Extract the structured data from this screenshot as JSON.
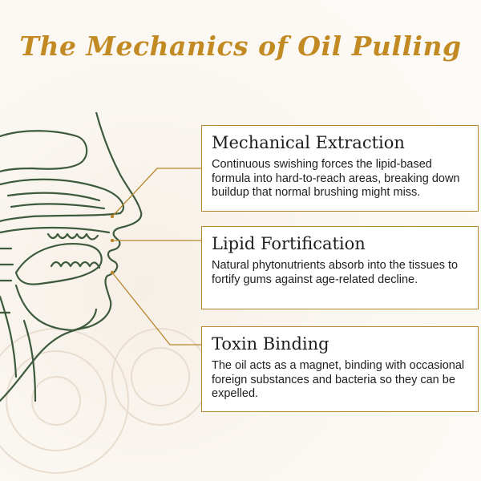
{
  "title": "The Mechanics of Oil Pulling",
  "colors": {
    "title": "#c28a23",
    "accent": "#b8862e",
    "line_art": "#3e5a3c",
    "text": "#1e1e1e"
  },
  "callouts": [
    {
      "heading": "Mechanical Extraction",
      "body": "Continuous swishing forces the lipid-based formula into hard-to-reach areas, breaking down buildup that normal brushing might miss."
    },
    {
      "heading": "Lipid Fortification",
      "body": "Natural phytonutrients absorb into the tissues to fortify gums against age-related decline."
    },
    {
      "heading": "Toxin Binding",
      "body": "The oil acts as a magnet, binding with occasional foreign substances and bacteria so they can be expelled."
    }
  ]
}
